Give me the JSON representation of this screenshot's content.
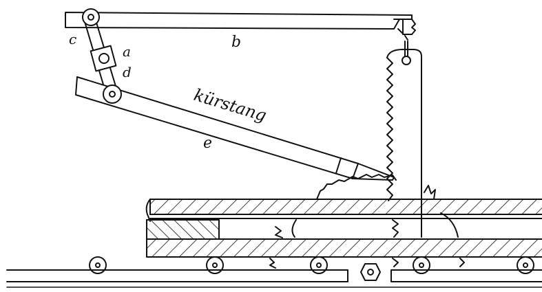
{
  "labels": {
    "c": "c",
    "a": "a",
    "b": "b",
    "d": "d",
    "rod_name": "kürstang",
    "e": "e"
  },
  "colors": {
    "ink": "#111111",
    "paper": "#ffffff"
  }
}
